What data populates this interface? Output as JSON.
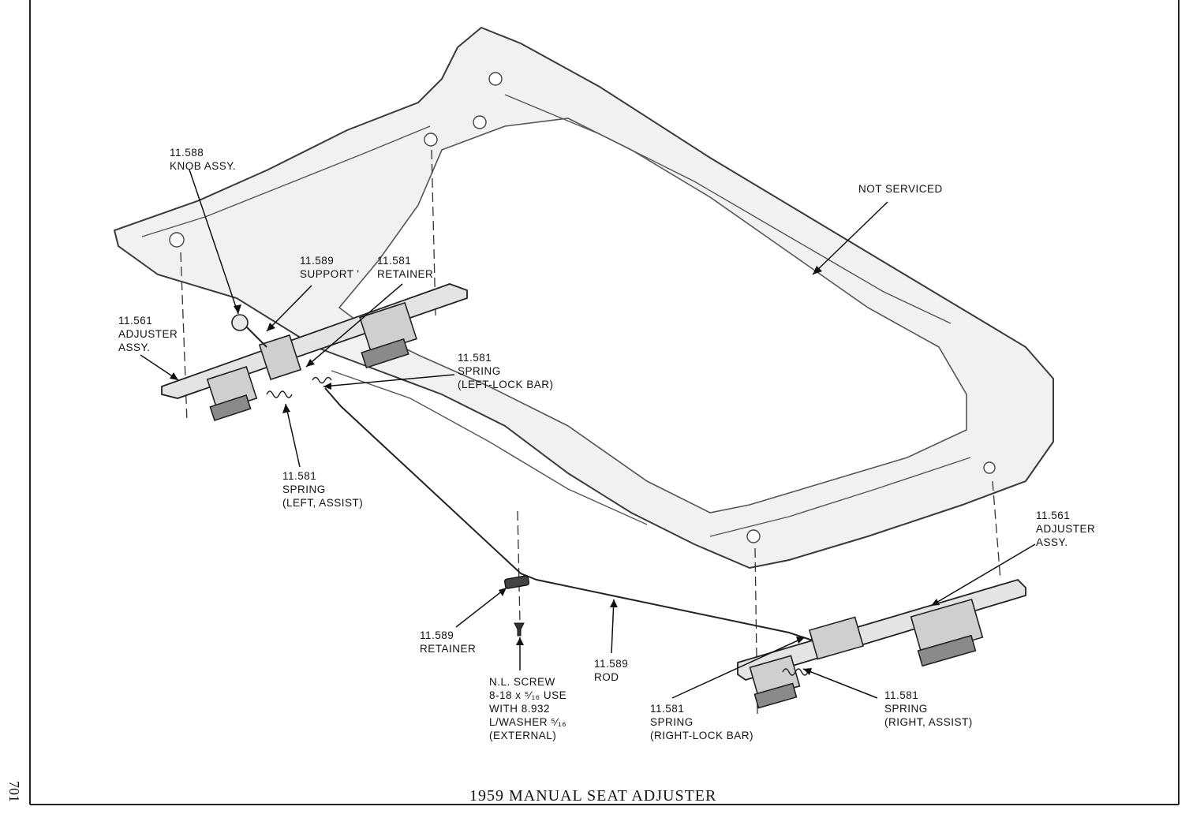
{
  "caption": "1959 MANUAL SEAT ADJUSTER",
  "page_number": "701",
  "callouts": {
    "knob_assy": [
      "11.588",
      "KNOB ASSY."
    ],
    "support": [
      "11.589",
      "SUPPORT '"
    ],
    "retainer_top": [
      "11.581",
      "RETAINER"
    ],
    "adjuster_left": [
      "11.561",
      "ADJUSTER",
      "ASSY."
    ],
    "spring_left_lock": [
      "11.581",
      "SPRING",
      "(LEFT-LOCK BAR)"
    ],
    "spring_left_assist": [
      "11.581",
      "SPRING",
      "(LEFT, ASSIST)"
    ],
    "not_serviced": [
      "NOT SERVICED"
    ],
    "adjuster_right": [
      "11.561",
      "ADJUSTER",
      "ASSY."
    ],
    "retainer_bottom": [
      "11.589",
      "RETAINER"
    ],
    "screw": [
      "N.L. SCREW",
      "8-18 x ⁵⁄₁₆ USE",
      "WITH 8.932",
      "L/WASHER ⁵⁄₁₆",
      "(EXTERNAL)"
    ],
    "rod": [
      "11.589",
      "ROD"
    ],
    "spring_right_lock": [
      "11.581",
      "SPRING",
      "(RIGHT-LOCK BAR)"
    ],
    "spring_right_assist": [
      "11.581",
      "SPRING",
      "(RIGHT, ASSIST)"
    ]
  }
}
